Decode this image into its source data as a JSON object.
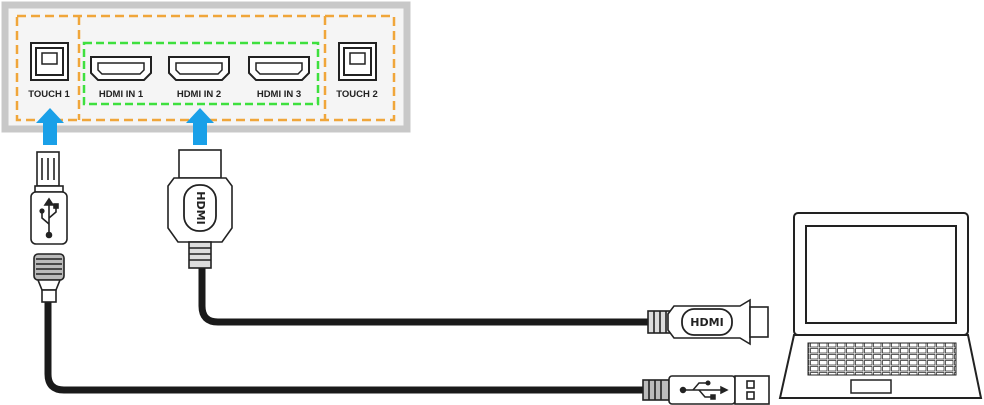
{
  "panel": {
    "ports": [
      {
        "label": "TOUCH 1",
        "type": "usb-b"
      },
      {
        "label": "HDMI IN 1",
        "type": "hdmi"
      },
      {
        "label": "HDMI IN 2",
        "type": "hdmi"
      },
      {
        "label": "HDMI IN 3",
        "type": "hdmi"
      },
      {
        "label": "TOUCH 2",
        "type": "usb-b"
      }
    ]
  },
  "colors": {
    "panel_border": "#c8c8c8",
    "touch_group_outline": "#f0a63a",
    "hdmi_group_outline": "#3ee03e",
    "arrow": "#1aa0e8",
    "cable": "#1a1a1a"
  },
  "icons": {
    "hdmi_connector": "hdmi-logo-icon",
    "usb_connector": "usb-trident-icon",
    "computer": "laptop-icon"
  }
}
